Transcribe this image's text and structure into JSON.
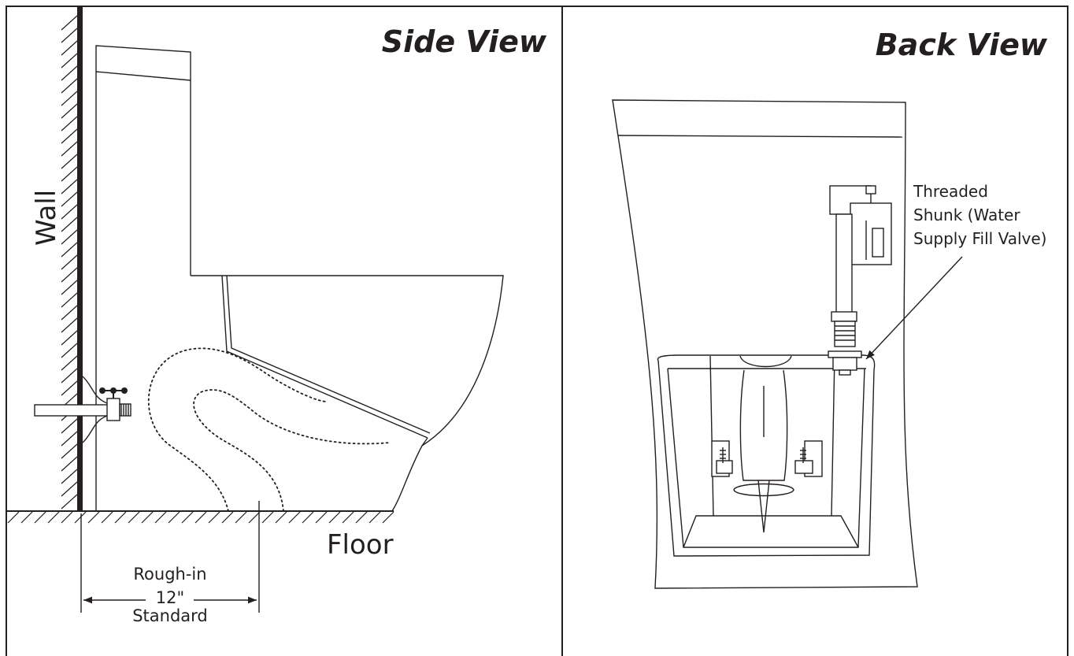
{
  "side_view": {
    "title": "Side View",
    "wall_label": "Wall",
    "floor_label": "Floor",
    "rough_in_label": "Rough-in",
    "rough_in_value": "12\"",
    "rough_in_standard": "Standard"
  },
  "back_view": {
    "title": "Back View",
    "callout_lines": [
      "Threaded",
      "Shunk (Water",
      "Supply Fill Valve)"
    ]
  },
  "colors": {
    "line": "#231f20",
    "background": "#ffffff"
  }
}
